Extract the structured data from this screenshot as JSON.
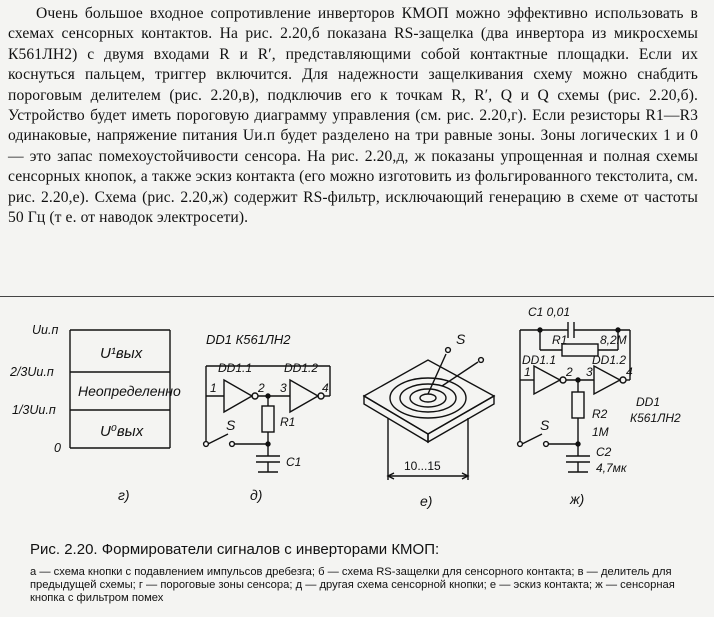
{
  "paragraph": {
    "text": "Очень большое входное сопротивление инверторов КМОП можно эффективно использовать в схемах сенсорных контактов. На рис. 2.20,б показана RS-защелка (два инвертора из микросхемы К561ЛН2) с двумя входами R и R′, представляющими собой контактные площадки. Если их коснуться пальцем, триггер включится. Для надежности защелкивания схему можно снабдить пороговым делителем (рис. 2.20,в), подключив его к точкам R, R′, Q и Q схемы (рис. 2.20,б). Устройство будет иметь пороговую диаграмму управления (см. рис. 2.20,г). Если резисторы R1—R3 одинаковые, напряжение питания Uи.п будет разделено на три равные зоны. Зоны логических 1 и 0 — это запас помехоустойчивости сенсора. На рис. 2.20,д, ж показаны упрощенная и полная схемы сенсорных кнопок, а также эскиз контакта (его можно изготовить из фольгированного текстолита, см. рис. 2.20,е). Схема (рис. 2.20,ж) содержит RS-фильтр, исключающий генерацию в схеме от частоты 50 Гц (т е. от наводок электросети)."
  },
  "diagram_g": {
    "level_top": "Uи.п",
    "level_two_thirds": "2/3Uи.п",
    "level_one_third": "1/3Uи.п",
    "level_zero": "0",
    "zone_high": "U¹вых",
    "zone_mid": "Неопределенно",
    "zone_low": "U⁰вых",
    "panel_label": "г)"
  },
  "diagram_d": {
    "chip": "DD1 К561ЛН2",
    "gate1": "DD1.1",
    "gate2": "DD1.2",
    "pin1": "1",
    "pin2": "2",
    "pin3": "3",
    "pin4": "4",
    "switch": "S",
    "resistor": "R1",
    "capacitor": "C1",
    "panel_label": "д)"
  },
  "diagram_e": {
    "switch": "S",
    "dimension": "10...15",
    "panel_label": "е)"
  },
  "diagram_zh": {
    "cap1": "C1 0,01",
    "res1": "R1",
    "res1_value": "8,2М",
    "gate1": "DD1.1",
    "gate2": "DD1.2",
    "pin1": "1",
    "pin2": "2",
    "pin3": "3",
    "pin4": "4",
    "switch": "S",
    "res2": "R2",
    "res2_value": "1М",
    "cap2": "C2",
    "cap2_value": "4,7мк",
    "chip_line1": "DD1",
    "chip_line2": "К561ЛН2",
    "panel_label": "ж)"
  },
  "caption": {
    "title": "Рис. 2.20. Формирователи сигналов с инверторами КМОП:",
    "body": "а — схема кнопки с подавлением импульсов дребезга; б — схема RS-защелки для сенсорного контакта; в — делитель для предыдущей схемы; г — пороговые зоны сенсора; д — другая схема сенсорной кнопки; е — эскиз контакта; ж — сенсорная кнопка с фильтром помех"
  }
}
